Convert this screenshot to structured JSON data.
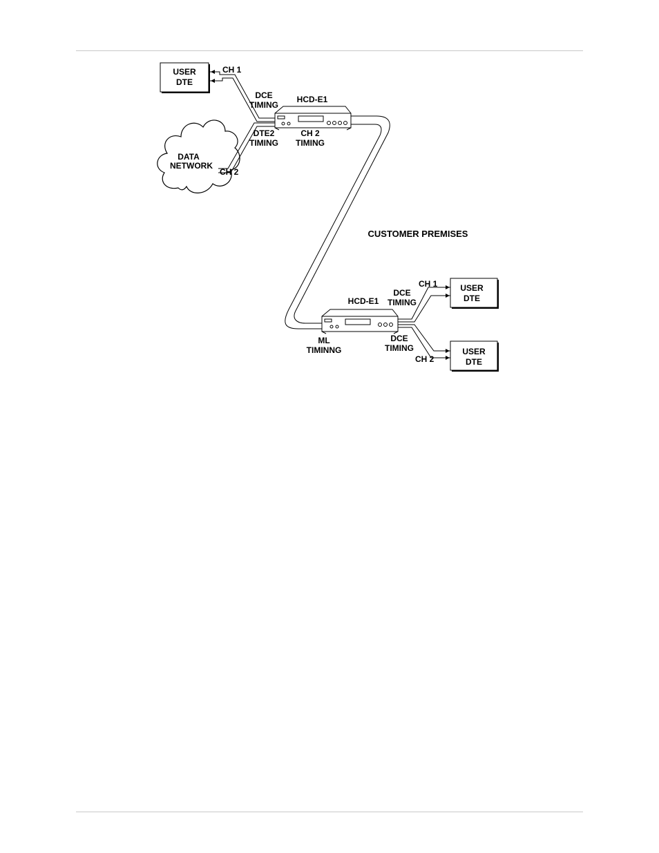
{
  "top_box": {
    "line1": "USER",
    "line2": "DTE"
  },
  "cloud": {
    "line1": "DATA",
    "line2": "NETWORK"
  },
  "site_a": {
    "ch1_label": "CH 1",
    "ch2_label": "CH 2",
    "dce_timing": {
      "line1": "DCE",
      "line2": "TIMING"
    },
    "dte2_timing": {
      "line1": "DTE2",
      "line2": "TIMING"
    },
    "device_label": "HCD-E1",
    "ch2_timing": {
      "line1": "CH 2",
      "line2": "TIMING"
    }
  },
  "customer_premises": "CUSTOMER PREMISES",
  "site_b": {
    "device_label": "HCD-E1",
    "ml_timing": {
      "line1": "ML",
      "line2": "TIMINNG"
    },
    "dce_timing_top": {
      "line1": "DCE",
      "line2": "TIMING"
    },
    "dce_timing_bottom": {
      "line1": "DCE",
      "line2": "TIMING"
    },
    "ch1_label": "CH 1",
    "ch2_label": "CH 2",
    "user_dte_1": {
      "line1": "USER",
      "line2": "DTE"
    },
    "user_dte_2": {
      "line1": "USER",
      "line2": "DTE"
    }
  }
}
